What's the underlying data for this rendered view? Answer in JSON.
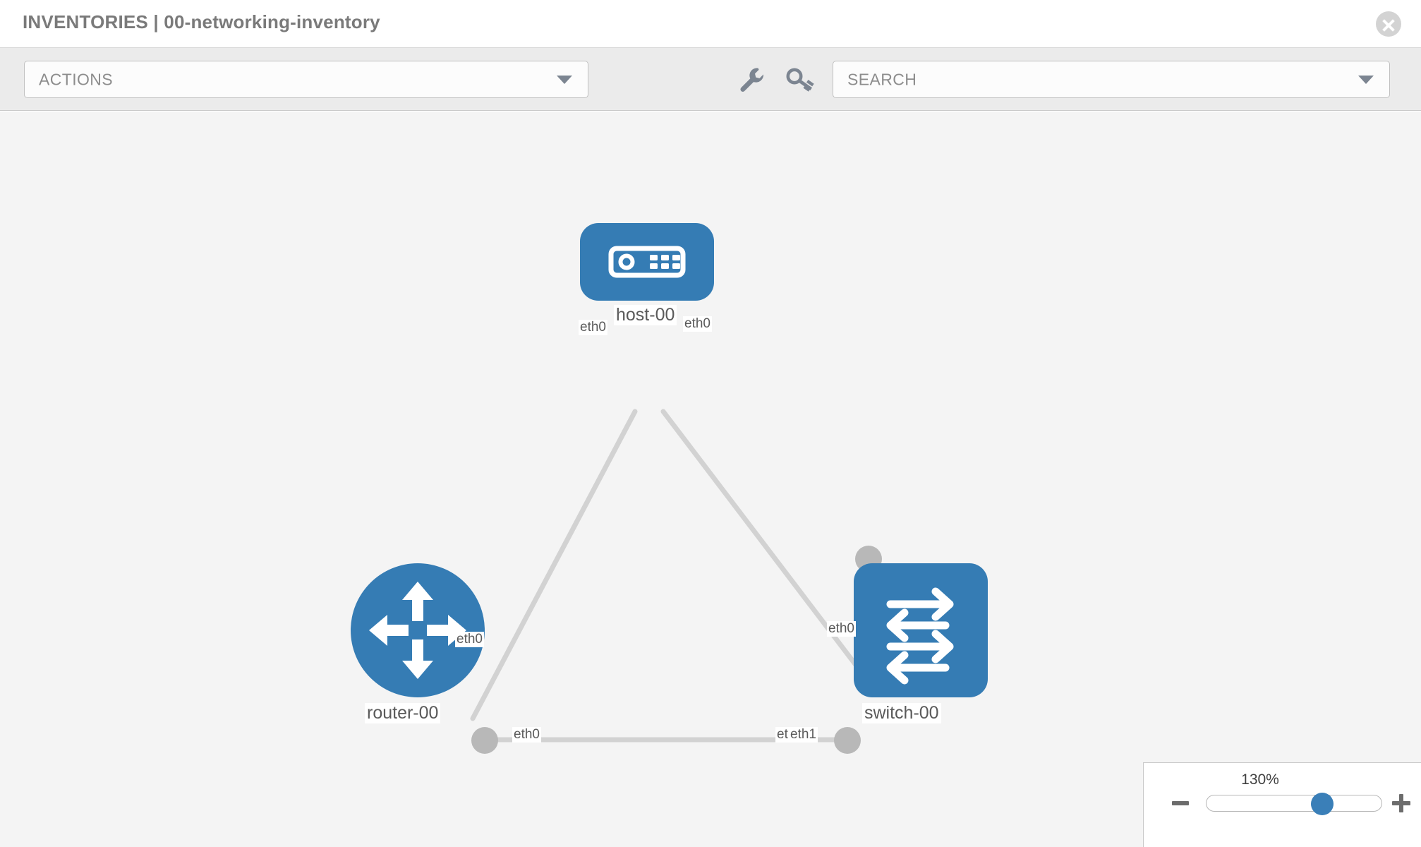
{
  "header": {
    "title": "INVENTORIES | 00-networking-inventory",
    "close_icon": "close-circle-icon"
  },
  "toolbar": {
    "actions_label": "ACTIONS",
    "search_placeholder": "SEARCH",
    "wrench_icon": "wrench-icon",
    "key_icon": "key-icon",
    "caret_icon": "chevron-down-icon"
  },
  "colors": {
    "node_blue": "#357cb4",
    "connector_grey": "#b8b8b8",
    "link_grey": "#d2d2d2",
    "canvas_bg": "#f4f4f4",
    "toolbar_bg": "#ebebeb",
    "accent": "#3a7fb8"
  },
  "topology": {
    "nodes": [
      {
        "id": "host-00",
        "label": "host-00",
        "icon": "server-icon",
        "shape": "rounded-rect"
      },
      {
        "id": "router-00",
        "label": "router-00",
        "icon": "router-arrows-icon",
        "shape": "circle"
      },
      {
        "id": "switch-00",
        "label": "switch-00",
        "icon": "switch-arrows-icon",
        "shape": "rounded-rect"
      }
    ],
    "interface_labels": {
      "host_left": "eth0",
      "host_right": "eth0",
      "router_to_host": "eth0",
      "switch_to_host": "eth0",
      "router_to_switch": "eth0",
      "switch_to_router_a": "eth",
      "switch_to_router_b": "eth1"
    },
    "links": [
      {
        "from": "router-00",
        "to": "host-00"
      },
      {
        "from": "host-00",
        "to": "switch-00"
      },
      {
        "from": "router-00",
        "to": "switch-00"
      }
    ]
  },
  "zoom": {
    "value_label": "130%",
    "minus_label": "zoom-out",
    "plus_label": "zoom-in"
  }
}
